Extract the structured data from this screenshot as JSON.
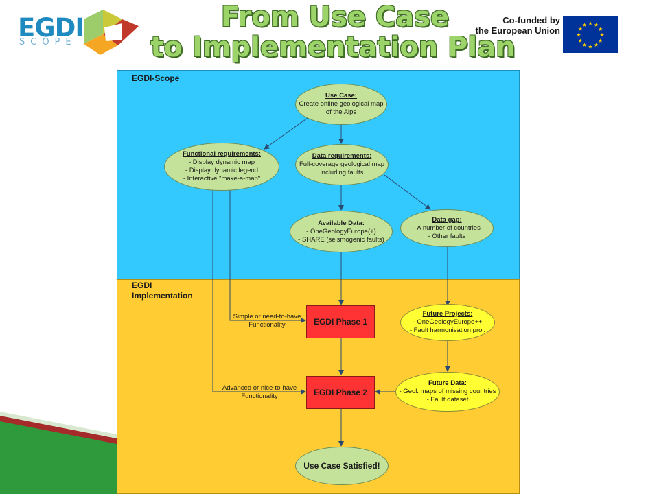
{
  "header": {
    "logo_text": "EGDI",
    "logo_subtext": "SCOPE",
    "title_line1": "From Use Case",
    "title_line2": "to Implementation Plan",
    "eu_line1": "Co-funded by",
    "eu_line2": "the European Union"
  },
  "colors": {
    "scope_panel": "#33c9ff",
    "implementation_panel": "#ffcc33",
    "green_node": "#c5e29a",
    "yellow_node": "#ffff33",
    "phase_box": "#ff3333",
    "title_green": "#9cd46a",
    "eu_blue": "#003399"
  },
  "diagram": {
    "scope_label": "EGDI-Scope",
    "impl_label_line1": "EGDI",
    "impl_label_line2": "Implementation",
    "use_case": {
      "heading": "Use Case:",
      "line1": "Create online geological map",
      "line2": "of the Alps"
    },
    "functional": {
      "heading": "Functional requirements:",
      "line1": "- Display dynamic map",
      "line2": "- Display dynamic legend",
      "line3": "- Interactive \"make-a-map\""
    },
    "data_req": {
      "heading": "Data requirements:",
      "line1": "Full-coverage geological map",
      "line2": "including faults"
    },
    "available": {
      "heading": "Available Data:",
      "line1": "- OneGeologyEurope(+)",
      "line2": "- SHARE (seismogenic faults)"
    },
    "gap": {
      "heading": "Data gap:",
      "line1": "- A number of countries",
      "line2": "- Other faults"
    },
    "future_projects": {
      "heading": "Future  Projects:",
      "line1": "- OneGeologyEurope++",
      "line2": "- Fault harmonisation proj."
    },
    "future_data": {
      "heading": "Future Data:",
      "line1": "- Geol. maps of missing countries",
      "line2": "- Fault dataset"
    },
    "phase1": "EGDI Phase 1",
    "phase2": "EGDI Phase 2",
    "satisfied": "Use Case Satisfied!",
    "edge_simple_line1": "Simple or need-to-have",
    "edge_simple_line2": "Functionality",
    "edge_advanced_line1": "Advanced or nice-to-have",
    "edge_advanced_line2": "Functionality"
  }
}
